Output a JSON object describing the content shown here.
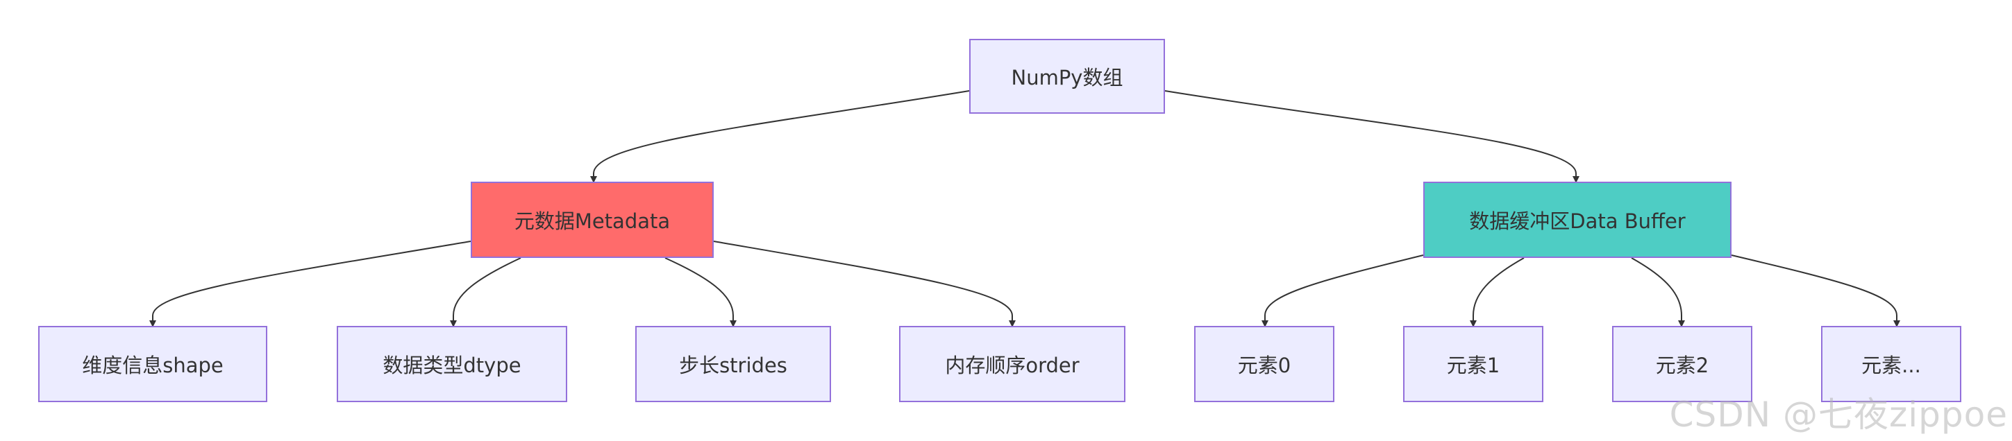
{
  "nodes": {
    "root": "NumPy数组",
    "metadata": "元数据Metadata",
    "buffer": "数据缓冲区Data Buffer",
    "shape": "维度信息shape",
    "dtype": "数据类型dtype",
    "strides": "步长strides",
    "order": "内存顺序order",
    "elem0": "元素0",
    "elem1": "元素1",
    "elem2": "元素2",
    "elemMore": "元素..."
  },
  "colors": {
    "default_fill": "#ececff",
    "default_border": "#9370db",
    "metadata_fill": "#ff6b6b",
    "buffer_fill": "#4ecdc4",
    "edge": "#333333"
  },
  "watermark": "CSDN @七夜zippoe"
}
